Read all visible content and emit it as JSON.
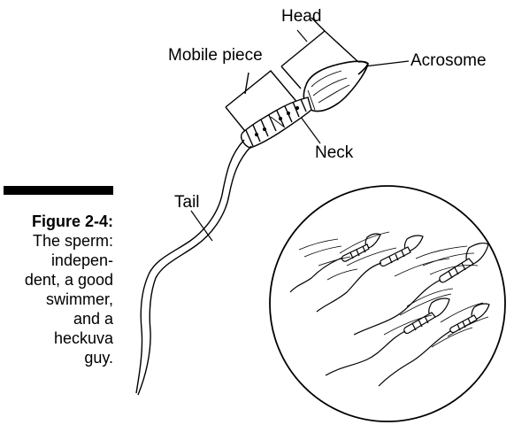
{
  "labels": {
    "head": "Head",
    "mobile_piece": "Mobile piece",
    "acrosome": "Acrosome",
    "neck": "Neck",
    "tail": "Tail"
  },
  "caption": {
    "figure": "Figure 2-4:",
    "text": "The sperm:\nindepen-\ndent, a good\nswimmer,\nand a\nheckuva\nguy."
  },
  "colors": {
    "ink": "#000000",
    "paper": "#ffffff"
  }
}
